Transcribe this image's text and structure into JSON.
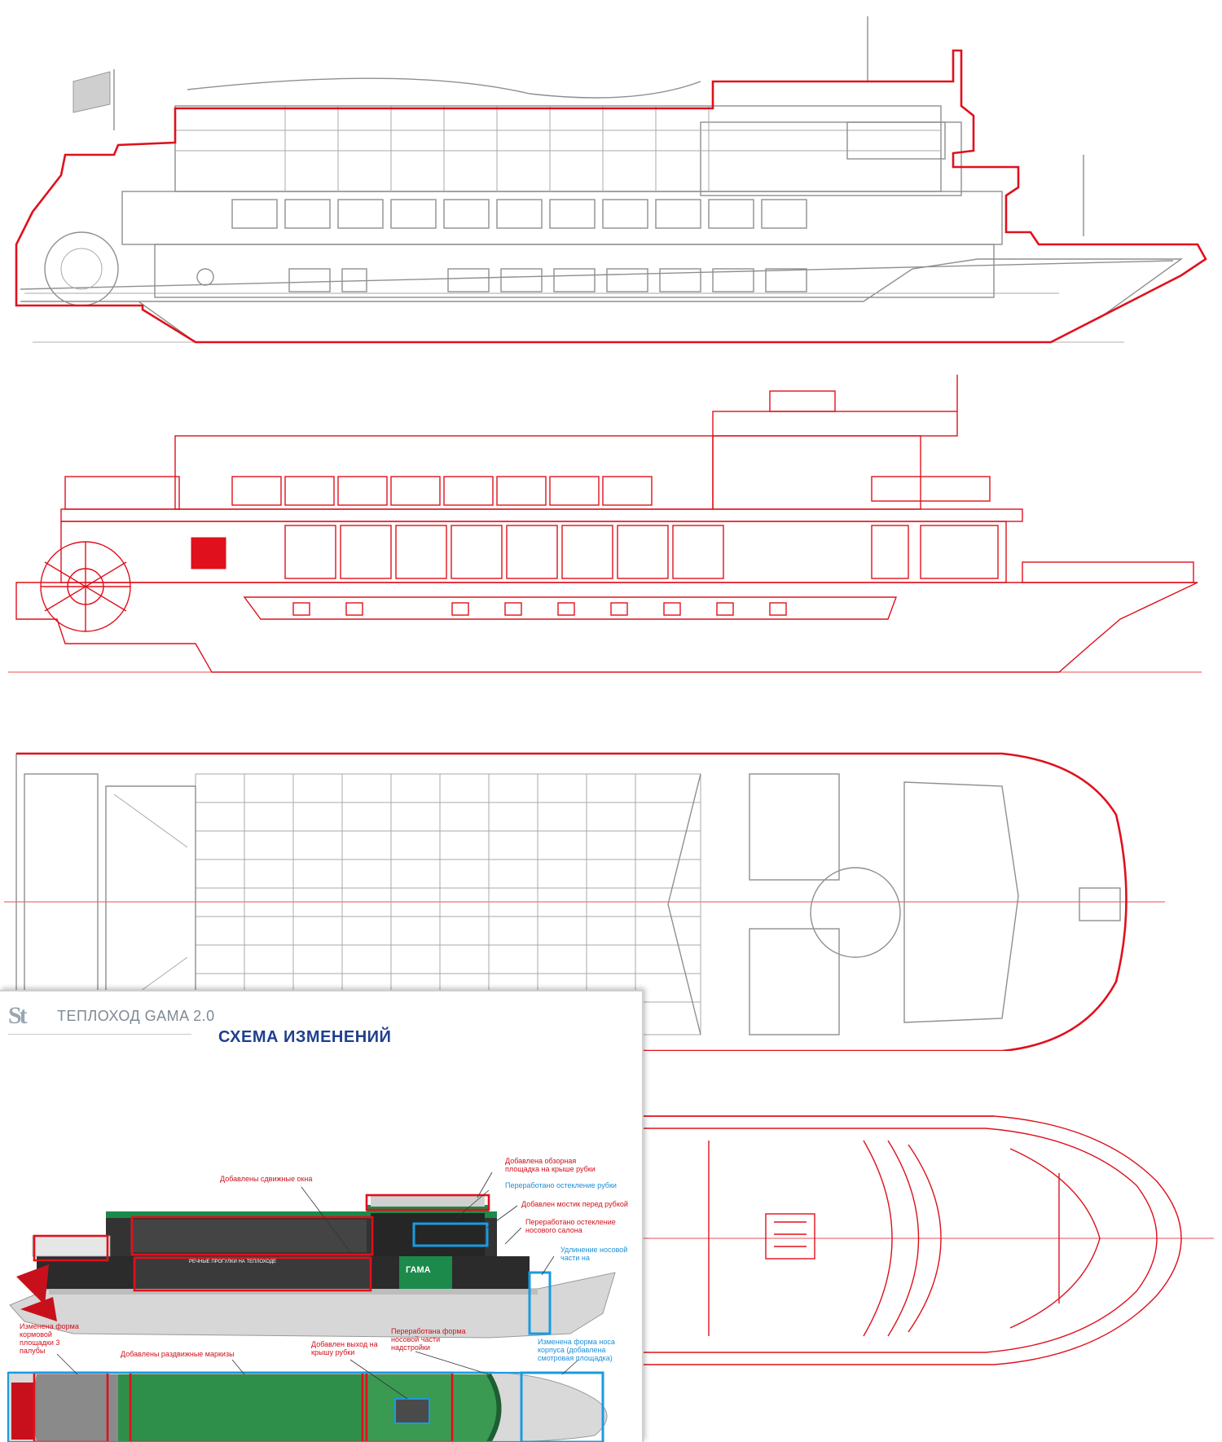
{
  "header": {
    "logo": "St",
    "vessel": "ТЕПЛОХОД GAMA 2.0",
    "scheme_title": "СХЕМА ИЗМЕНЕНИЙ"
  },
  "annotations": {
    "a1": "Добавлены сдвижные окна",
    "a2": "Добавлена обзорная площадка на крыше рубки",
    "a3": "Переработано остекление рубки",
    "a4": "Добавлен мостик перед рубкой",
    "a5": "Переработано остекление носового салона",
    "a6": "Удлинение носовой части на",
    "a7": "Изменена форма кормовой площадки 3 палубы",
    "a8": "Добавлены раздвижные маркизы",
    "a9": "Добавлен выход на крышу рубки",
    "a10": "Переработана форма носовой части надстройки",
    "a11": "Изменена форма носа корпуса (добавлена смотровая площадка)"
  },
  "render_labels": {
    "hull_band": "РЕЧНЫЕ ПРОГУЛКИ НА ТЕПЛОХОДЕ",
    "brand": "ГАМА"
  },
  "colors": {
    "red": "#e0101c",
    "blue": "#1a9be0",
    "gray": "#8f8f8f",
    "title_blue": "#1f3f8f"
  }
}
